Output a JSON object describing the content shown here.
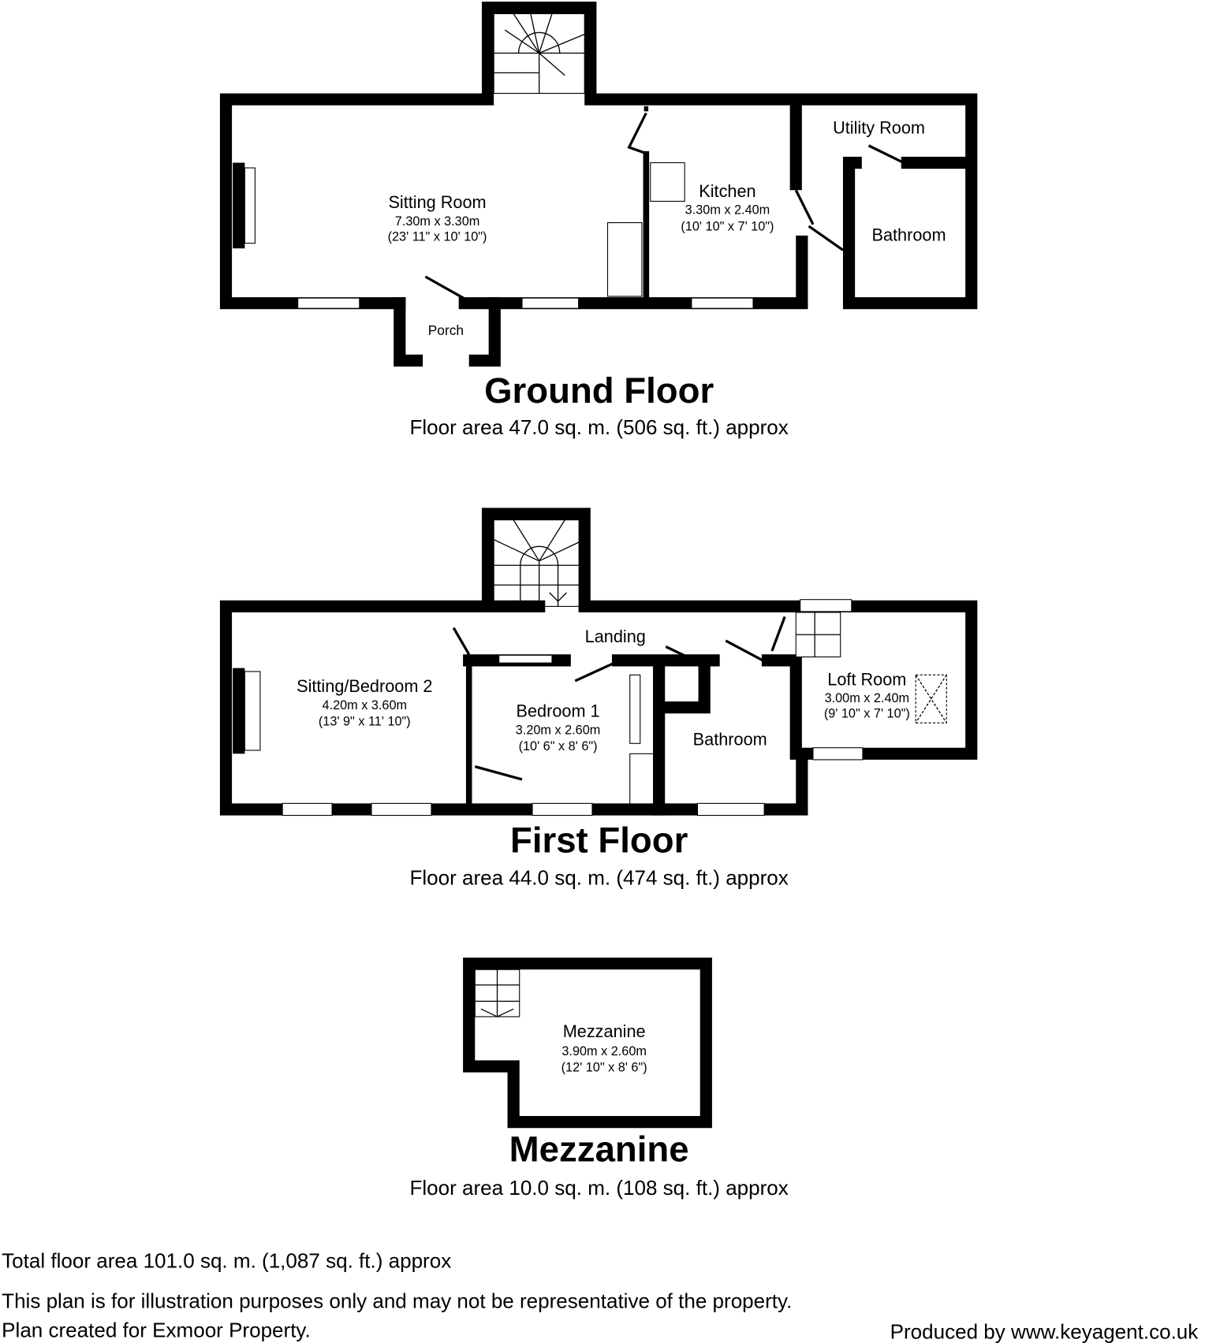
{
  "ground_floor": {
    "title": "Ground Floor",
    "area": "Floor area 47.0 sq. m. (506 sq. ft.) approx",
    "rooms": [
      {
        "name": "Sitting Room",
        "metric": "7.30m x 3.30m",
        "imperial": "(23' 11\" x 10' 10\")"
      },
      {
        "name": "Kitchen",
        "metric": "3.30m x 2.40m",
        "imperial": "(10' 10\" x 7' 10\")"
      },
      {
        "name": "Utility Room"
      },
      {
        "name": "Bathroom"
      },
      {
        "name": "Porch"
      }
    ]
  },
  "first_floor": {
    "title": "First Floor",
    "area": "Floor area 44.0 sq. m. (474 sq. ft.) approx",
    "rooms": [
      {
        "name": "Sitting/Bedroom 2",
        "metric": "4.20m x 3.60m",
        "imperial": "(13' 9\" x 11' 10\")"
      },
      {
        "name": "Bedroom 1",
        "metric": "3.20m x 2.60m",
        "imperial": "(10' 6\" x 8' 6\")"
      },
      {
        "name": "Landing"
      },
      {
        "name": "Bathroom"
      },
      {
        "name": "Loft Room",
        "metric": "3.00m x 2.40m",
        "imperial": "(9' 10\" x 7' 10\")"
      }
    ]
  },
  "mezzanine": {
    "title": "Mezzanine",
    "area": "Floor area 10.0 sq. m. (108 sq. ft.) approx",
    "rooms": [
      {
        "name": "Mezzanine",
        "metric": "3.90m x 2.60m",
        "imperial": "(12' 10\" x 8' 6\")"
      }
    ]
  },
  "footer": {
    "total": "Total floor area 101.0 sq. m. (1,087 sq. ft.) approx",
    "disclaimer": "This plan is for illustration purposes only and may not be representative of the property.",
    "created_for": "Plan created for Exmoor Property.",
    "produced_by": "Produced by www.keyagent.co.uk"
  }
}
